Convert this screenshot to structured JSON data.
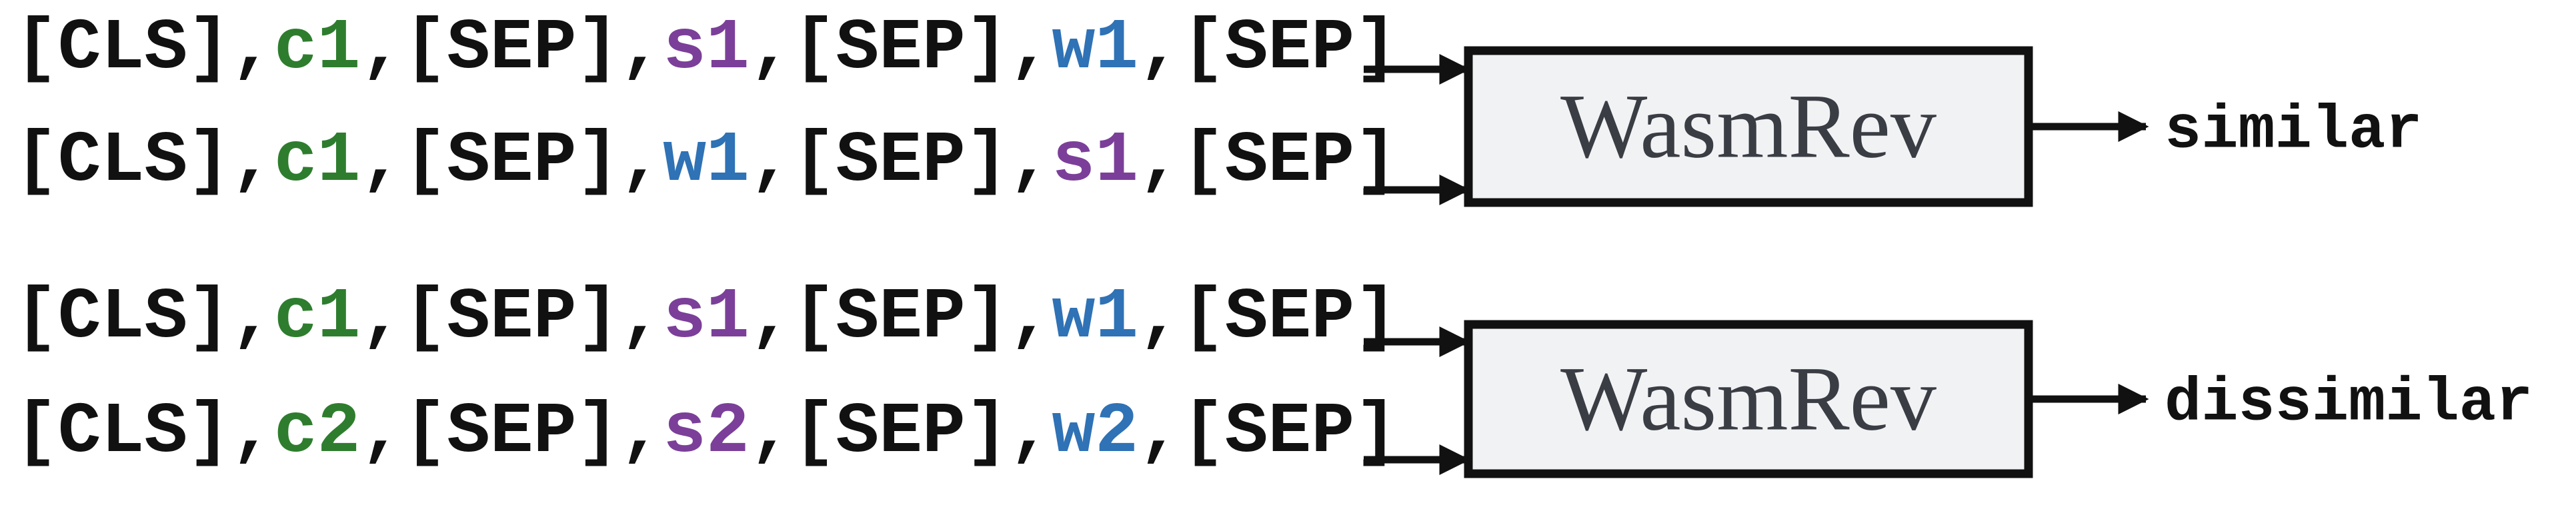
{
  "colors": {
    "text": "#111111",
    "c_token": "#2e7d2e",
    "s_token": "#7b3f99",
    "w_token": "#2f72b5",
    "box_fill": "#f1f2f4",
    "box_stroke": "#111111",
    "box_label": "#3a3d44"
  },
  "groups": [
    {
      "rows": [
        [
          {
            "text": "[CLS]",
            "kind": "plain"
          },
          {
            "text": ",",
            "kind": "plain"
          },
          {
            "text": "c1",
            "kind": "c"
          },
          {
            "text": ",",
            "kind": "plain"
          },
          {
            "text": "[SEP]",
            "kind": "plain"
          },
          {
            "text": ",",
            "kind": "plain"
          },
          {
            "text": "s1",
            "kind": "s"
          },
          {
            "text": ",",
            "kind": "plain"
          },
          {
            "text": "[SEP]",
            "kind": "plain"
          },
          {
            "text": ",",
            "kind": "plain"
          },
          {
            "text": "w1",
            "kind": "w"
          },
          {
            "text": ",",
            "kind": "plain"
          },
          {
            "text": "[SEP]",
            "kind": "plain"
          }
        ],
        [
          {
            "text": "[CLS]",
            "kind": "plain"
          },
          {
            "text": ",",
            "kind": "plain"
          },
          {
            "text": "c1",
            "kind": "c"
          },
          {
            "text": ",",
            "kind": "plain"
          },
          {
            "text": "[SEP]",
            "kind": "plain"
          },
          {
            "text": ",",
            "kind": "plain"
          },
          {
            "text": "w1",
            "kind": "w"
          },
          {
            "text": ",",
            "kind": "plain"
          },
          {
            "text": "[SEP]",
            "kind": "plain"
          },
          {
            "text": ",",
            "kind": "plain"
          },
          {
            "text": "s1",
            "kind": "s"
          },
          {
            "text": ",",
            "kind": "plain"
          },
          {
            "text": "[SEP]",
            "kind": "plain"
          }
        ]
      ],
      "model_label": "WasmRev",
      "output_label": "similar"
    },
    {
      "rows": [
        [
          {
            "text": "[CLS]",
            "kind": "plain"
          },
          {
            "text": ",",
            "kind": "plain"
          },
          {
            "text": "c1",
            "kind": "c"
          },
          {
            "text": ",",
            "kind": "plain"
          },
          {
            "text": "[SEP]",
            "kind": "plain"
          },
          {
            "text": ",",
            "kind": "plain"
          },
          {
            "text": "s1",
            "kind": "s"
          },
          {
            "text": ",",
            "kind": "plain"
          },
          {
            "text": "[SEP]",
            "kind": "plain"
          },
          {
            "text": ",",
            "kind": "plain"
          },
          {
            "text": "w1",
            "kind": "w"
          },
          {
            "text": ",",
            "kind": "plain"
          },
          {
            "text": "[SEP]",
            "kind": "plain"
          }
        ],
        [
          {
            "text": "[CLS]",
            "kind": "plain"
          },
          {
            "text": ",",
            "kind": "plain"
          },
          {
            "text": "c2",
            "kind": "c"
          },
          {
            "text": ",",
            "kind": "plain"
          },
          {
            "text": "[SEP]",
            "kind": "plain"
          },
          {
            "text": ",",
            "kind": "plain"
          },
          {
            "text": "s2",
            "kind": "s"
          },
          {
            "text": ",",
            "kind": "plain"
          },
          {
            "text": "[SEP]",
            "kind": "plain"
          },
          {
            "text": ",",
            "kind": "plain"
          },
          {
            "text": "w2",
            "kind": "w"
          },
          {
            "text": ",",
            "kind": "plain"
          },
          {
            "text": "[SEP]",
            "kind": "plain"
          }
        ]
      ],
      "model_label": "WasmRev",
      "output_label": "dissimilar"
    }
  ]
}
